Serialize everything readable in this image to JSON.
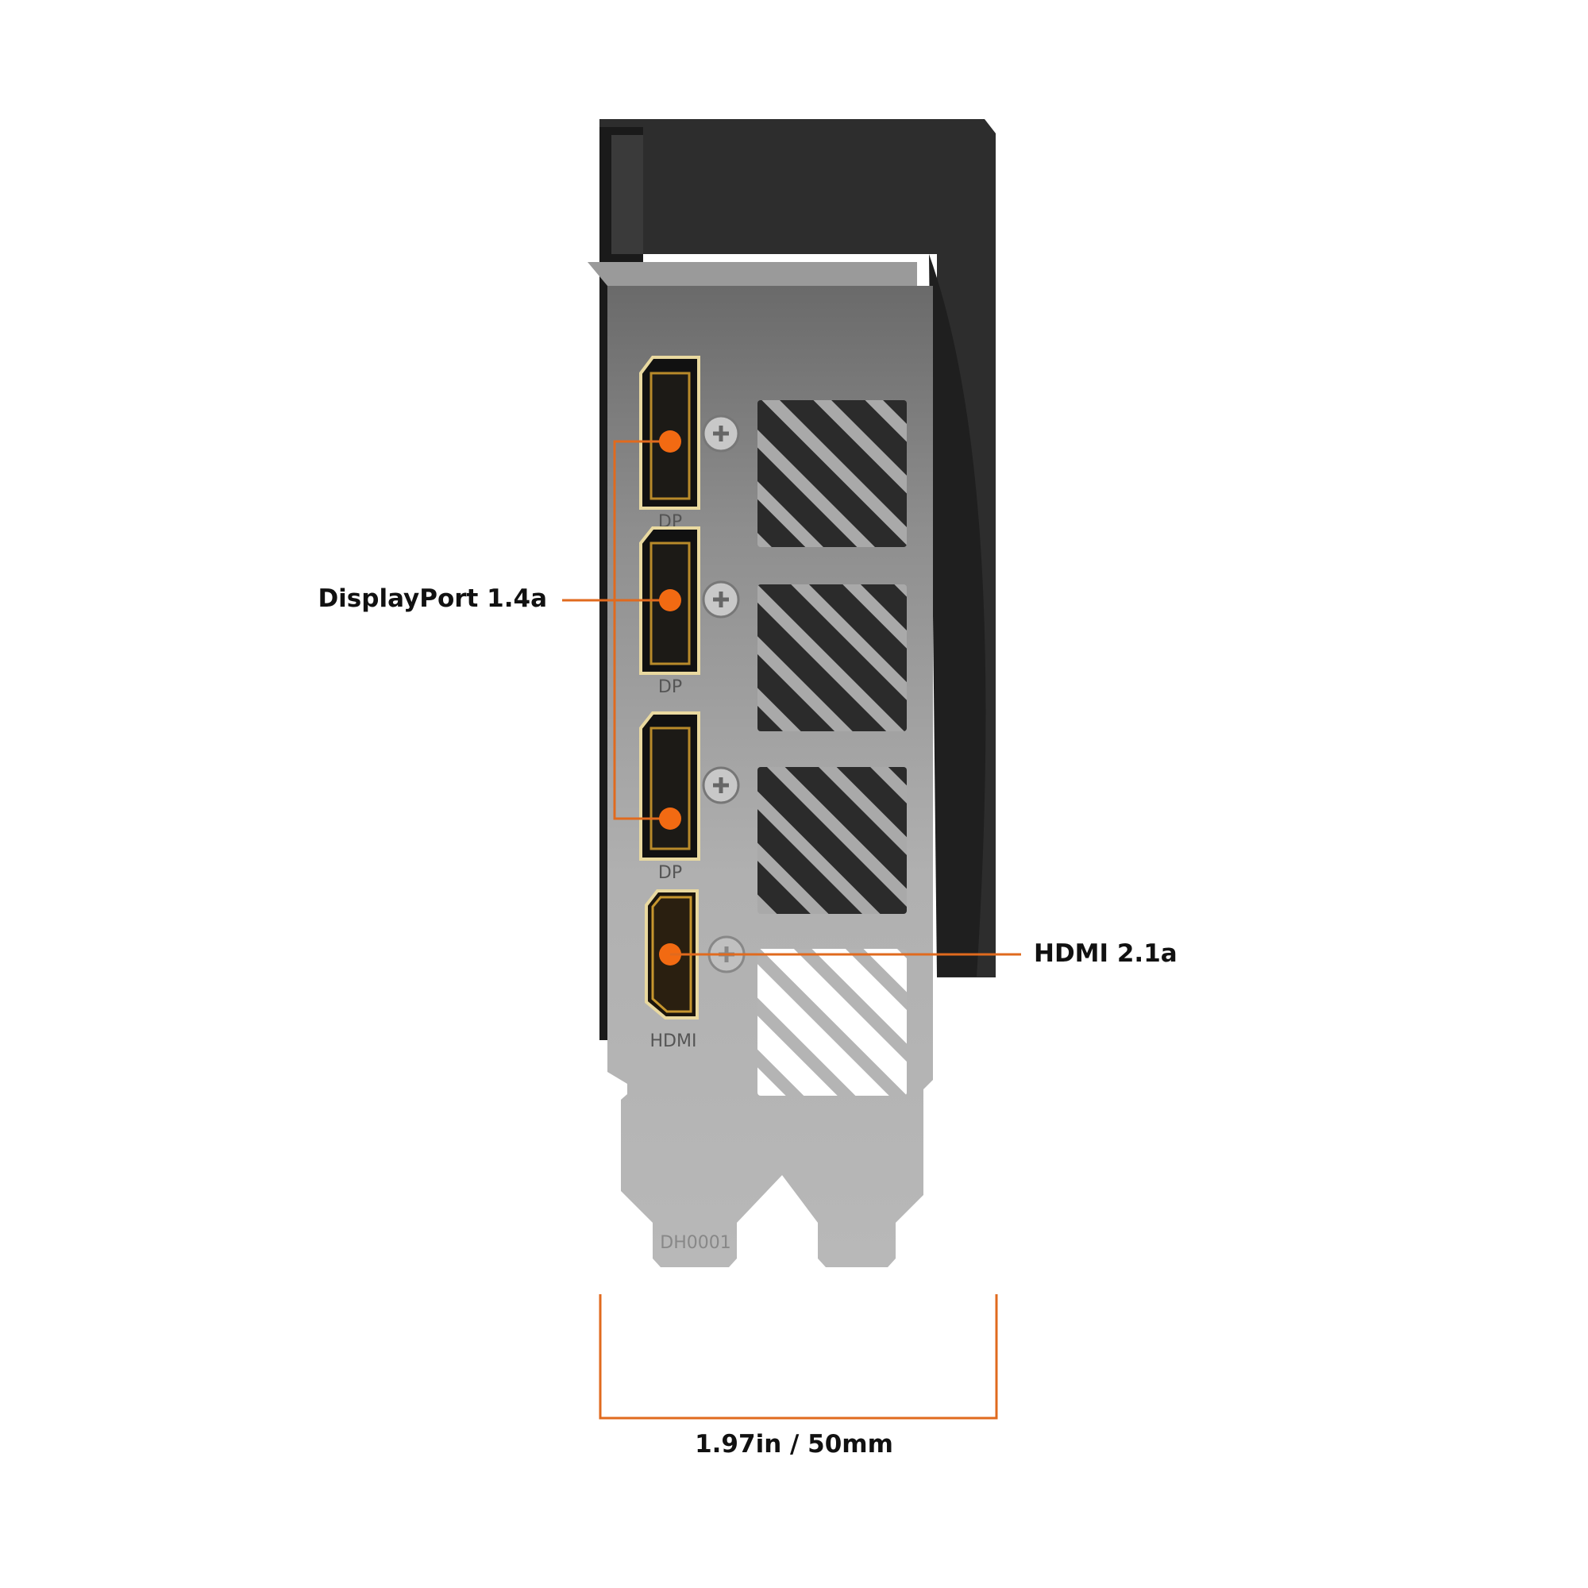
{
  "callouts": {
    "displayport": "DisplayPort 1.4a",
    "hdmi": "HDMI 2.1a"
  },
  "dimension": {
    "label": "1.97in / 50mm"
  },
  "plate_markings": {
    "dp": "DP",
    "hdmi": "HDMI",
    "part_code": "DH0001"
  },
  "colors": {
    "accent": "#e06a1e",
    "plate": "#b4b4b4",
    "card_body": "#2a2a2a"
  }
}
